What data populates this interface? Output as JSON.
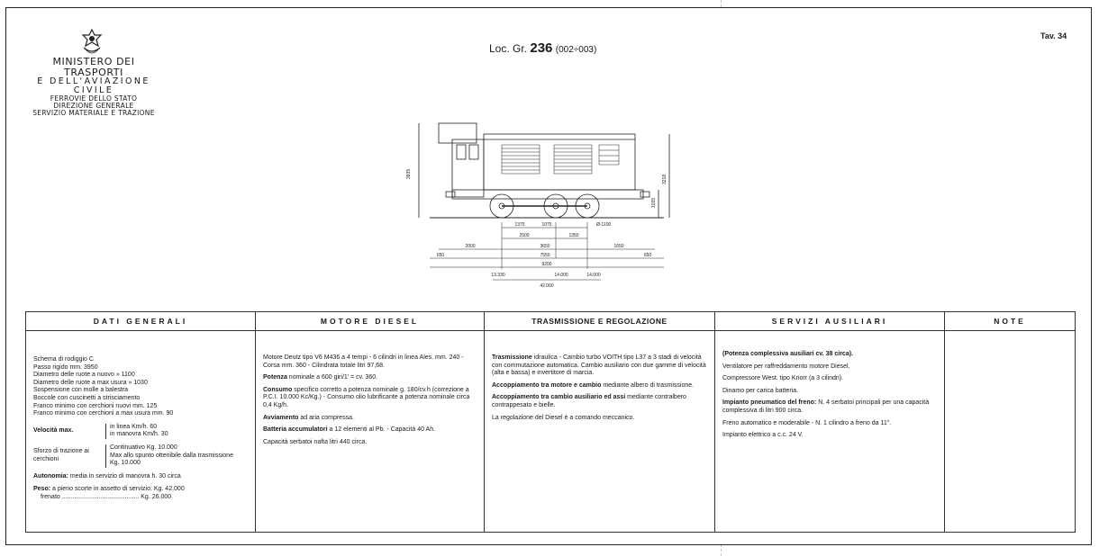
{
  "header": {
    "ministry_line1": "MINISTERO DEI TRASPORTI",
    "ministry_line2": "E DELL'AVIAZIONE CIVILE",
    "ministry_line3": "FERROVIE DELLO STATO",
    "ministry_line4": "DIREZIONE GENERALE",
    "ministry_line5": "SERVIZIO MATERIALE E TRAZIONE",
    "title_prefix": "Loc. Gr.",
    "title_group": "236",
    "title_range": "(002÷003)",
    "tav": "Tav. 34"
  },
  "drawing": {
    "dim_height_total": "3835",
    "dim_height_right": "3218",
    "dim_height_mid": "1035",
    "dim_wheel": "Ø-1100",
    "dims_row1": [
      "1375",
      "1075"
    ],
    "dims_row2": [
      "2500",
      "1350"
    ],
    "dims_row3": [
      "2000",
      "3650",
      "1650"
    ],
    "dims_row4": [
      "650",
      "7550",
      "650"
    ],
    "dims_row5": [
      "9200"
    ],
    "weights": [
      "13.330",
      "14.000",
      "14.000"
    ],
    "weight_total": "42.000"
  },
  "table": {
    "dati": {
      "head": "DATI GENERALI",
      "lines": [
        "Schema di rodiggio C",
        "Passo rigido                              mm. 3950",
        "Diametro delle ruote a nuovo        »   1100",
        "Diametro delle ruote a max usura   »   1030",
        "Sospensione con molle a balestra",
        "Boccole con cuscinetti a strisciamento",
        "Franco minimo con cerchioni nuovi mm. 125",
        "Franco minimo con cerchioni a max usura mm. 90"
      ],
      "velocita_label": "Velocità max.",
      "velocita_lines": [
        "in linea Km/h. 60",
        "in manovra Km/h. 30"
      ],
      "sforzo_label": "Sforzo di trazione ai cerchioni",
      "sforzo_lines": [
        "Continuativo Kg. 10.000",
        "Max allo spunto ottenibile dalla trasmissione Kg. 10.000"
      ],
      "autonomia_label": "Autonomia:",
      "autonomia_text": "media in servizio di manovra h. 30 circa",
      "peso_label": "Peso:",
      "peso_line1": "a pieno scorte in assetto di servizio: Kg. 42.000",
      "peso_line2": "frenato ............................................ Kg. 26.000"
    },
    "motore": {
      "head": "MOTORE DIESEL",
      "p1": "Motore Deutz tipo V6 M436 a 4 tempi - 6 cilindri in linea Ales. mm. 240 - Corsa mm. 360 - Cilindrata totale litri 97,68.",
      "p2_label": "Potenza",
      "p2": "nominale a 600 giri/1' = cv. 360.",
      "p3_label": "Consumo",
      "p3": "specifico corretto a potenza nominale g. 180/cv.h (correzione a P.C.I. 10.000 Kc/Kg.) - Consumo olio lubrificante a potenza nominale circa 0,4 Kg/h.",
      "p4_label": "Avviamento",
      "p4": "ad aria compressa.",
      "p5_label": "Batteria accumulatori",
      "p5": "a 12 elementi al Pb. - Capacità 40 Ah.",
      "p6": "Capacità serbatoi nafta litri 440 circa."
    },
    "trasmissione": {
      "head": "TRASMISSIONE E REGOLAZIONE",
      "p1_label": "Trasmissione",
      "p1": "idraulica - Cambio turbo VOITH tipo L37 a 3 stadi di velocità con commutazione automatica. Cambio ausiliario con due gamme di velocità (alta e bassa) e invertitore di marcia.",
      "p2_label": "Accoppiamento tra motore e cambio",
      "p2": "mediante albero di trasmissione.",
      "p3_label": "Accoppiamento tra cambio ausiliario ed assi",
      "p3": "mediante contralbero contrappesato e bielle.",
      "p4": "La regolazione del Diesel è a comando meccanico."
    },
    "servizi": {
      "head": "SERVIZI AUSILIARI",
      "p1": "(Potenza complessiva ausiliari cv. 38 circa).",
      "p2": "Ventilatore per raffreddamento motore Diesel.",
      "p3": "Compressore West. tipo Knorr (a 3 cilindri).",
      "p4": "Dinamo per carica batteria.",
      "p5_label": "Impianto pneumatico del freno:",
      "p5": "N. 4 serbatoi principali per una capacità complessiva di litri 900 circa.",
      "p6": "Freno automatico e moderabile - N. 1 cilindro a freno da 11\".",
      "p7": "Impianto elettrico a c.c. 24 V."
    },
    "note": {
      "head": "NOTE"
    }
  }
}
